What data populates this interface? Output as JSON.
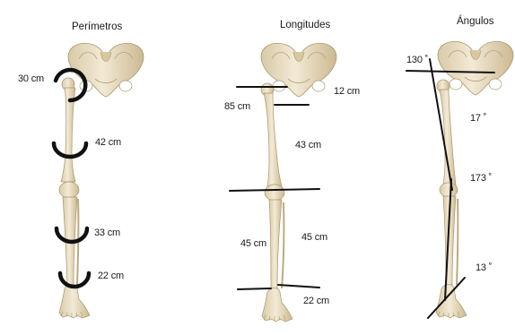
{
  "titles": {
    "perimetros": "Perímetros",
    "longitudes": "Longitudes",
    "angulos": "Ángulos"
  },
  "perimetros": {
    "hip": "30 cm",
    "thigh": "42 cm",
    "calf": "33 cm",
    "ankle": "22 cm"
  },
  "longitudes": {
    "femur": "85 cm",
    "pelvis": "12 cm",
    "thigh": "43 cm",
    "tibia_left": "45 cm",
    "tibia_right": "45 cm",
    "foot": "22 cm"
  },
  "angulos": {
    "hip": "130 ˚",
    "upper": "17 ˚",
    "knee": "173 ˚",
    "ankle": "13 ˚"
  },
  "colors": {
    "bone": "#ece2cb",
    "bone_shade": "#c9b88f",
    "line": "#111111"
  }
}
